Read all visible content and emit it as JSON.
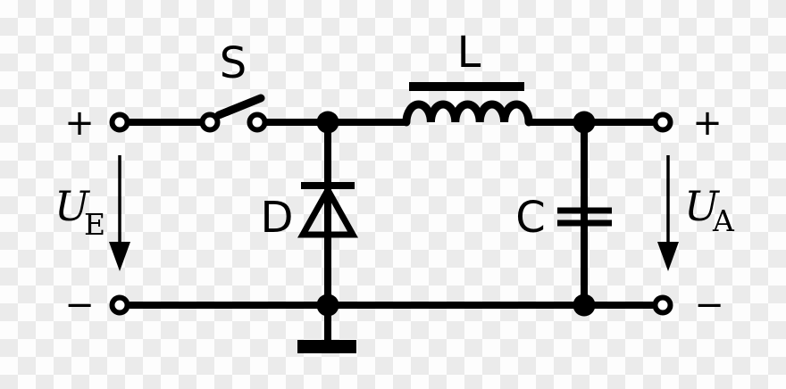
{
  "diagram": "buck-converter-circuit",
  "colors": {
    "ink": "#000000",
    "checker_light": "#fdfdfd",
    "checker_dark": "#ebebeb",
    "terminal_fill": "#ffffff"
  },
  "labels": {
    "switch": "S",
    "inductor": "L",
    "diode": "D",
    "capacitor": "C",
    "input_plus": "+",
    "input_minus": "−",
    "output_plus": "+",
    "output_minus": "−",
    "input_voltage": {
      "symbol": "U",
      "subscript": "E"
    },
    "output_voltage": {
      "symbol": "U",
      "subscript": "A"
    }
  }
}
